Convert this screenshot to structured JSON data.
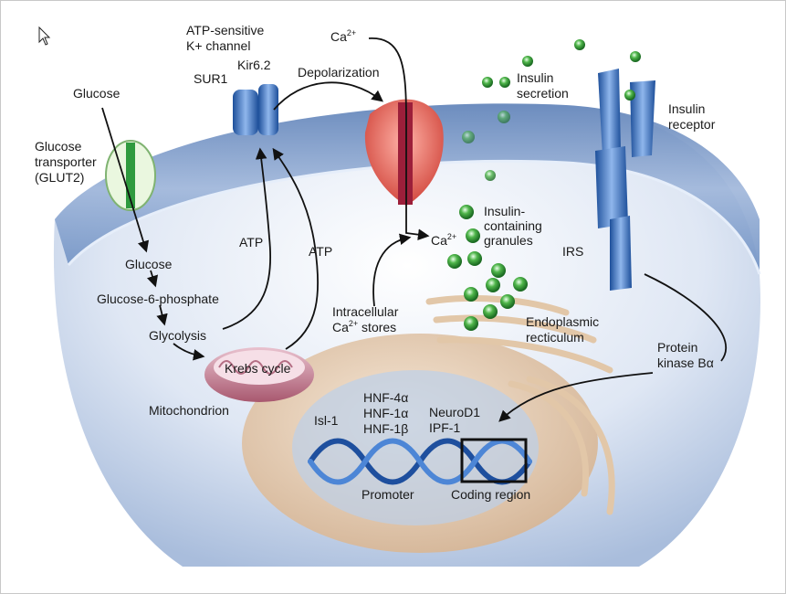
{
  "labels": {
    "glucose_outside": "Glucose",
    "glucose_transporter": [
      "Glucose",
      "transporter",
      "(GLUT2)"
    ],
    "katp_channel": [
      "ATP-sensitive",
      "K+ channel"
    ],
    "sur1": "SUR1",
    "kir62": "Kir6.2",
    "depolarization": "Depolarization",
    "ca_outside": "Ca",
    "ca_charge": "2+",
    "insulin_secretion": [
      "Insulin",
      "secretion"
    ],
    "insulin_receptor": [
      "Insulin",
      "receptor"
    ],
    "insulin_granules": [
      "Insulin-",
      "containing",
      "granules"
    ],
    "ca_inside": "Ca",
    "ca_inside_charge": "2+",
    "irs": "IRS",
    "atp_left": "ATP",
    "atp_right": "ATP",
    "glucose_inside": "Glucose",
    "glucose6p": "Glucose-6-phosphate",
    "glycolysis": "Glycolysis",
    "krebs": "Krebs cycle",
    "mitochondrion": "Mitochondrion",
    "intracellular_stores": [
      "Intracellular",
      "Ca",
      "2+",
      " stores"
    ],
    "er": [
      "Endoplasmic",
      "recticulum"
    ],
    "pkb": [
      "Protein",
      "kinase Bα"
    ],
    "hnf": [
      "HNF-4α",
      "HNF-1α",
      "HNF-1β"
    ],
    "neurod1": "NeuroD1",
    "ipf1": "IPF-1",
    "isl1": "Isl-1",
    "promoter": "Promoter",
    "coding_region": "Coding region"
  },
  "colors": {
    "membrane": "#7c9cc8",
    "cytoplasm": "#cfdcef",
    "nucleus": "#e3cdb5",
    "channel": "#3f7ccc",
    "calcium_channel": "#e06060",
    "glut2": "#2f9a3e",
    "mitochondrion": "#c7859a",
    "dna": "#2b5fb0"
  },
  "icons": {
    "cursor": "mouse-pointer-icon"
  }
}
